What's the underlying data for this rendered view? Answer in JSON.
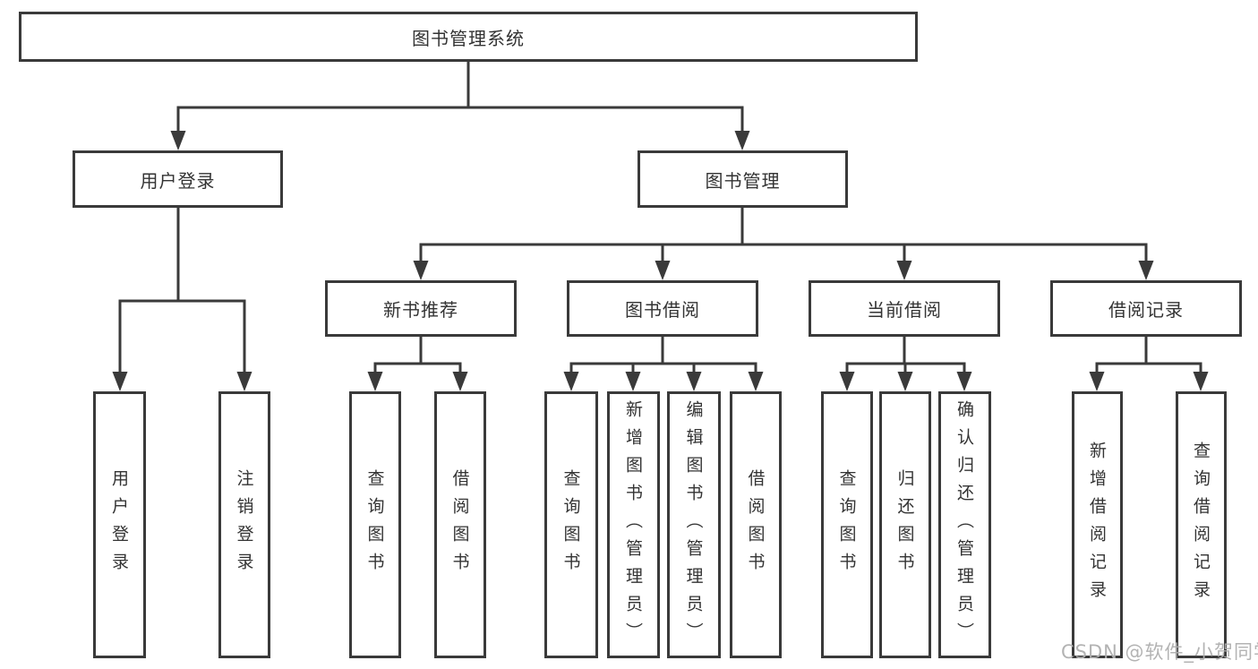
{
  "diagram_title": "图书管理系统",
  "nodes": {
    "root": {
      "label": "图书管理系统"
    },
    "user_login": {
      "label": "用户登录"
    },
    "book_mgmt": {
      "label": "图书管理"
    },
    "new_book_rec": {
      "label": "新书推荐"
    },
    "book_borrow": {
      "label": "图书借阅"
    },
    "current_borrow": {
      "label": "当前借阅"
    },
    "borrow_records": {
      "label": "借阅记录"
    },
    "leaf_user_login": {
      "label": "用户登录"
    },
    "leaf_logout": {
      "label": "注销登录"
    },
    "leaf_query_book_1": {
      "label": "查询图书"
    },
    "leaf_borrow_book_1": {
      "label": "借阅图书"
    },
    "leaf_query_book_2": {
      "label": "查询图书"
    },
    "leaf_add_book": {
      "label": "新增图书（管理员）"
    },
    "leaf_edit_book": {
      "label": "编辑图书（管理员）"
    },
    "leaf_borrow_book_2": {
      "label": "借阅图书"
    },
    "leaf_query_book_3": {
      "label": "查询图书"
    },
    "leaf_return_book": {
      "label": "归还图书"
    },
    "leaf_confirm_return": {
      "label": "确认归还（管理员）"
    },
    "leaf_add_record": {
      "label": "新增借阅记录"
    },
    "leaf_query_record": {
      "label": "查询借阅记录"
    }
  },
  "edges": [
    [
      "root",
      "user_login"
    ],
    [
      "root",
      "book_mgmt"
    ],
    [
      "user_login",
      "leaf_user_login"
    ],
    [
      "user_login",
      "leaf_logout"
    ],
    [
      "book_mgmt",
      "new_book_rec"
    ],
    [
      "book_mgmt",
      "book_borrow"
    ],
    [
      "book_mgmt",
      "current_borrow"
    ],
    [
      "book_mgmt",
      "borrow_records"
    ],
    [
      "new_book_rec",
      "leaf_query_book_1"
    ],
    [
      "new_book_rec",
      "leaf_borrow_book_1"
    ],
    [
      "book_borrow",
      "leaf_query_book_2"
    ],
    [
      "book_borrow",
      "leaf_add_book"
    ],
    [
      "book_borrow",
      "leaf_edit_book"
    ],
    [
      "book_borrow",
      "leaf_borrow_book_2"
    ],
    [
      "current_borrow",
      "leaf_query_book_3"
    ],
    [
      "current_borrow",
      "leaf_return_book"
    ],
    [
      "current_borrow",
      "leaf_confirm_return"
    ],
    [
      "borrow_records",
      "leaf_add_record"
    ],
    [
      "borrow_records",
      "leaf_query_record"
    ]
  ],
  "watermark": {
    "text": "CSDN @软件_小贺同学"
  },
  "colors": {
    "line": "#3a3a3a",
    "box_border": "#3a3a3a",
    "text": "#333333",
    "watermark": "#afafaf",
    "background": "#ffffff"
  }
}
